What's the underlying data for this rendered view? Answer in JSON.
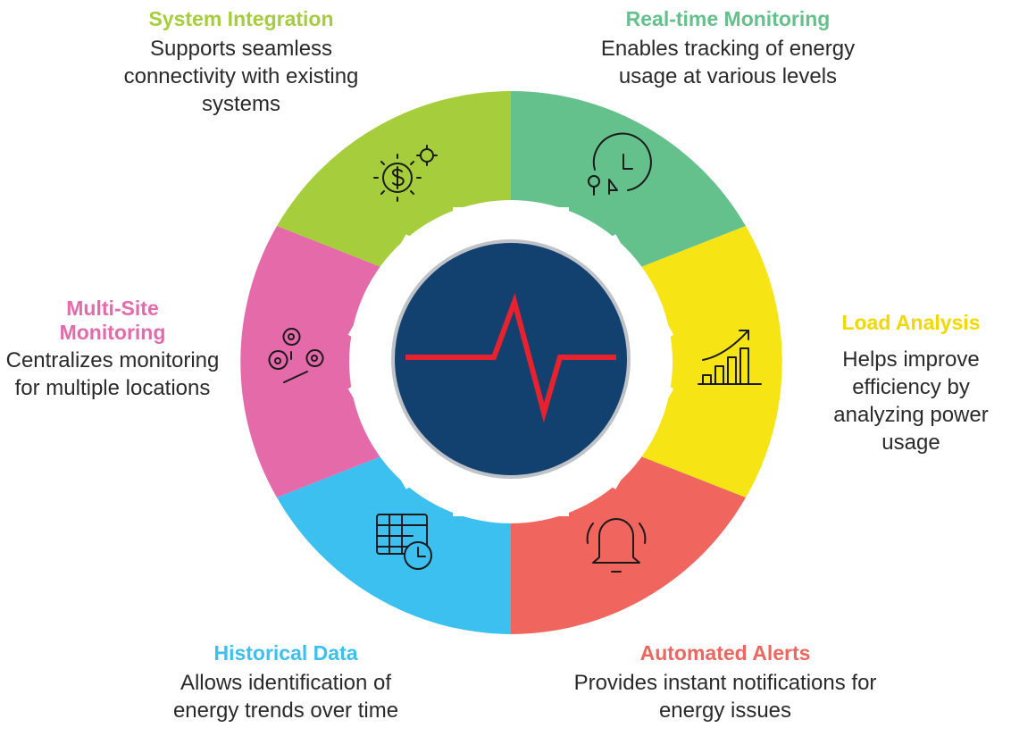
{
  "center": {
    "icon": "heartbeat-pulse-icon",
    "fill": "#124170",
    "line_color": "#e8212f"
  },
  "segments": [
    {
      "id": "system-integration",
      "title": "System Integration",
      "description": "Supports seamless connectivity with existing systems",
      "color": "#a6cd3b",
      "icon": "gear-dollar-icon"
    },
    {
      "id": "real-time-monitoring",
      "title": "Real-time Monitoring",
      "description": "Enables tracking of energy usage at various levels",
      "color": "#65c18c",
      "icon": "clock-gauge-icon"
    },
    {
      "id": "load-analysis",
      "title": "Load Analysis",
      "description": "Helps improve efficiency by analyzing power usage",
      "color": "#f7e414",
      "icon": "bar-chart-trend-icon"
    },
    {
      "id": "automated-alerts",
      "title": "Automated Alerts",
      "description": "Provides instant notifications for energy issues",
      "color": "#f0665f",
      "icon": "alarm-bell-icon"
    },
    {
      "id": "historical-data",
      "title": "Historical Data",
      "description": "Allows identification of energy trends over time",
      "color": "#3cc0ef",
      "icon": "table-clock-icon"
    },
    {
      "id": "multi-site-monitoring",
      "title": "Multi-Site Monitoring",
      "description": "Centralizes monitoring for multiple locations",
      "color": "#e56aaa",
      "icon": "map-pins-icon"
    }
  ]
}
